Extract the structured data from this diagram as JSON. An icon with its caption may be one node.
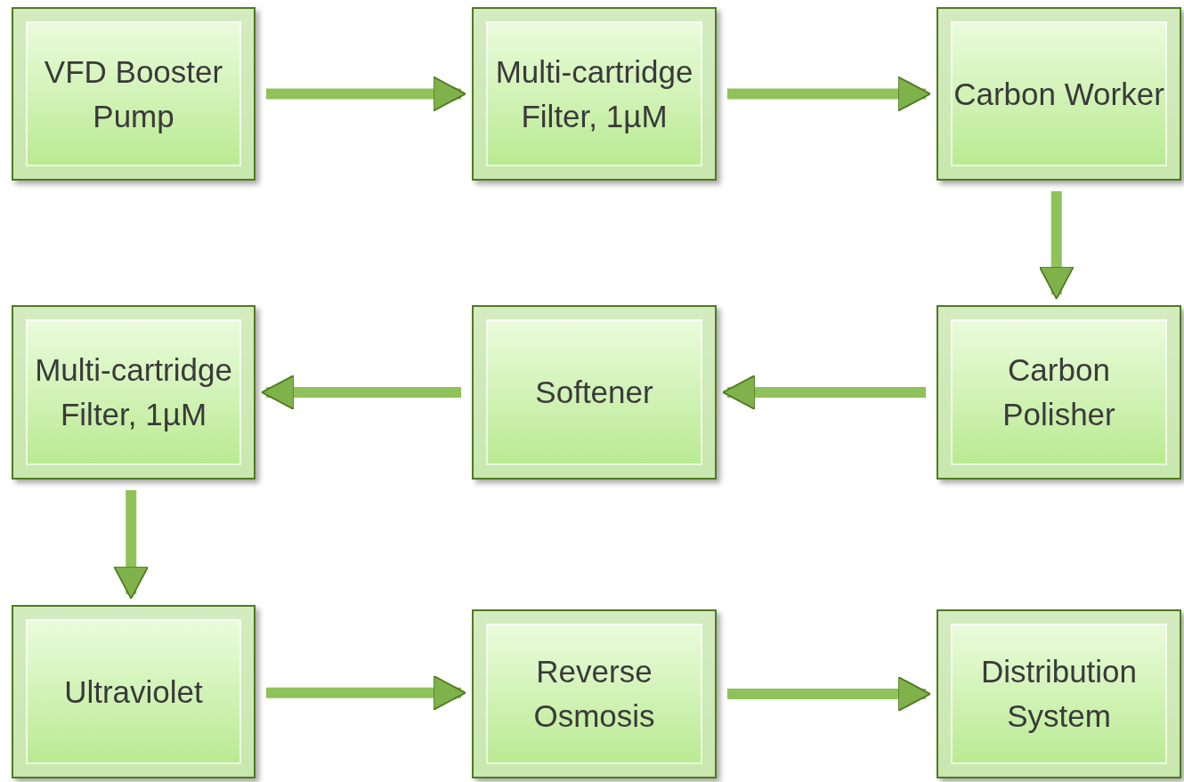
{
  "diagram": {
    "nodes": [
      {
        "text": [
          "VFD Booster Pump"
        ]
      },
      {
        "text": [
          "Multi-cartridge Filter, 1µM"
        ]
      },
      {
        "text": [
          "Carbon Worker"
        ]
      },
      {
        "text": [
          "Carbon Polisher"
        ]
      },
      {
        "text": [
          "Softener"
        ]
      },
      {
        "text": [
          "Multi-cartridge Filter, 1µM"
        ]
      },
      {
        "text": [
          "Ultraviolet"
        ]
      },
      {
        "text": [
          "Reverse Osmosis"
        ]
      },
      {
        "text": [
          "Distribution System"
        ]
      }
    ],
    "edges": [
      {
        "from": 0,
        "to": 1,
        "arrow": "to"
      },
      {
        "from": 1,
        "to": 2,
        "arrow": "to"
      },
      {
        "from": 2,
        "to": 3,
        "arrow": "to"
      },
      {
        "from": 3,
        "to": 4,
        "arrow": "to"
      },
      {
        "from": 4,
        "to": 5,
        "arrow": "to"
      },
      {
        "from": 5,
        "to": 6,
        "arrow": "to"
      },
      {
        "from": 6,
        "to": 7,
        "arrow": "to"
      },
      {
        "from": 7,
        "to": 8,
        "arrow": "to"
      }
    ]
  }
}
